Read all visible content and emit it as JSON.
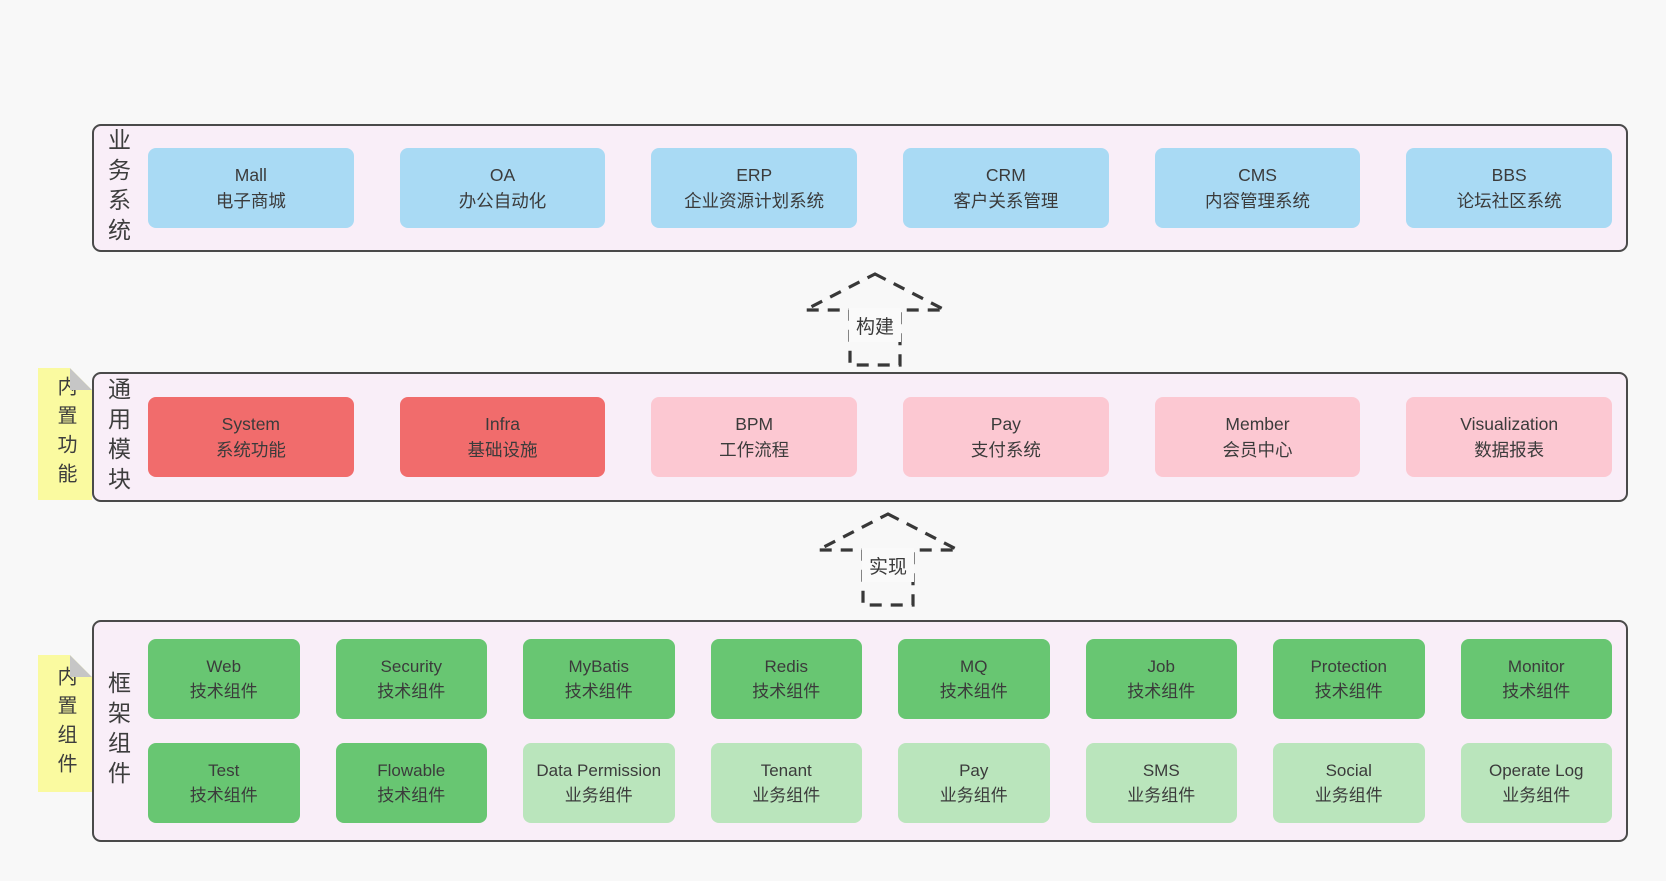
{
  "colors": {
    "pageBg": "#f8f8f8",
    "layerBg": "#f9eef8",
    "border": "#4a4a4a",
    "text": "#3a3a3a",
    "blue": "#a9daf4",
    "red": "#f16c6c",
    "pink": "#fcc8d2",
    "greenDark": "#68c672",
    "greenLight": "#bae5bc",
    "noteYellow": "#fafaa0",
    "noteFold": "#c6c6c6",
    "arrowStroke": "#383838"
  },
  "arrows": [
    {
      "label": "构建"
    },
    {
      "label": "实现"
    }
  ],
  "layers": [
    {
      "id": "business-systems",
      "label": "业务系统",
      "boxes": [
        {
          "name": "Mall",
          "subtitle": "电子商城",
          "type": "blue"
        },
        {
          "name": "OA",
          "subtitle": "办公自动化",
          "type": "blue"
        },
        {
          "name": "ERP",
          "subtitle": "企业资源计划系统",
          "type": "blue"
        },
        {
          "name": "CRM",
          "subtitle": "客户关系管理",
          "type": "blue"
        },
        {
          "name": "CMS",
          "subtitle": "内容管理系统",
          "type": "blue"
        },
        {
          "name": "BBS",
          "subtitle": "论坛社区系统",
          "type": "blue"
        }
      ]
    },
    {
      "id": "common-modules",
      "label": "通用模块",
      "note": "内置功能",
      "boxes": [
        {
          "name": "System",
          "subtitle": "系统功能",
          "type": "red"
        },
        {
          "name": "Infra",
          "subtitle": "基础设施",
          "type": "red"
        },
        {
          "name": "BPM",
          "subtitle": "工作流程",
          "type": "pink"
        },
        {
          "name": "Pay",
          "subtitle": "支付系统",
          "type": "pink"
        },
        {
          "name": "Member",
          "subtitle": "会员中心",
          "type": "pink"
        },
        {
          "name": "Visualization",
          "subtitle": "数据报表",
          "type": "pink"
        }
      ]
    },
    {
      "id": "framework-components",
      "label": "框架组件",
      "note": "内置组件",
      "rows": [
        [
          {
            "name": "Web",
            "subtitle": "技术组件",
            "type": "green-dark"
          },
          {
            "name": "Security",
            "subtitle": "技术组件",
            "type": "green-dark"
          },
          {
            "name": "MyBatis",
            "subtitle": "技术组件",
            "type": "green-dark"
          },
          {
            "name": "Redis",
            "subtitle": "技术组件",
            "type": "green-dark"
          },
          {
            "name": "MQ",
            "subtitle": "技术组件",
            "type": "green-dark"
          },
          {
            "name": "Job",
            "subtitle": "技术组件",
            "type": "green-dark"
          },
          {
            "name": "Protection",
            "subtitle": "技术组件",
            "type": "green-dark"
          },
          {
            "name": "Monitor",
            "subtitle": "技术组件",
            "type": "green-dark"
          }
        ],
        [
          {
            "name": "Test",
            "subtitle": "技术组件",
            "type": "green-dark"
          },
          {
            "name": "Flowable",
            "subtitle": "技术组件",
            "type": "green-dark"
          },
          {
            "name": "Data Permission",
            "subtitle": "业务组件",
            "type": "green-light"
          },
          {
            "name": "Tenant",
            "subtitle": "业务组件",
            "type": "green-light"
          },
          {
            "name": "Pay",
            "subtitle": "业务组件",
            "type": "green-light"
          },
          {
            "name": "SMS",
            "subtitle": "业务组件",
            "type": "green-light"
          },
          {
            "name": "Social",
            "subtitle": "业务组件",
            "type": "green-light"
          },
          {
            "name": "Operate Log",
            "subtitle": "业务组件",
            "type": "green-light"
          }
        ]
      ]
    }
  ]
}
